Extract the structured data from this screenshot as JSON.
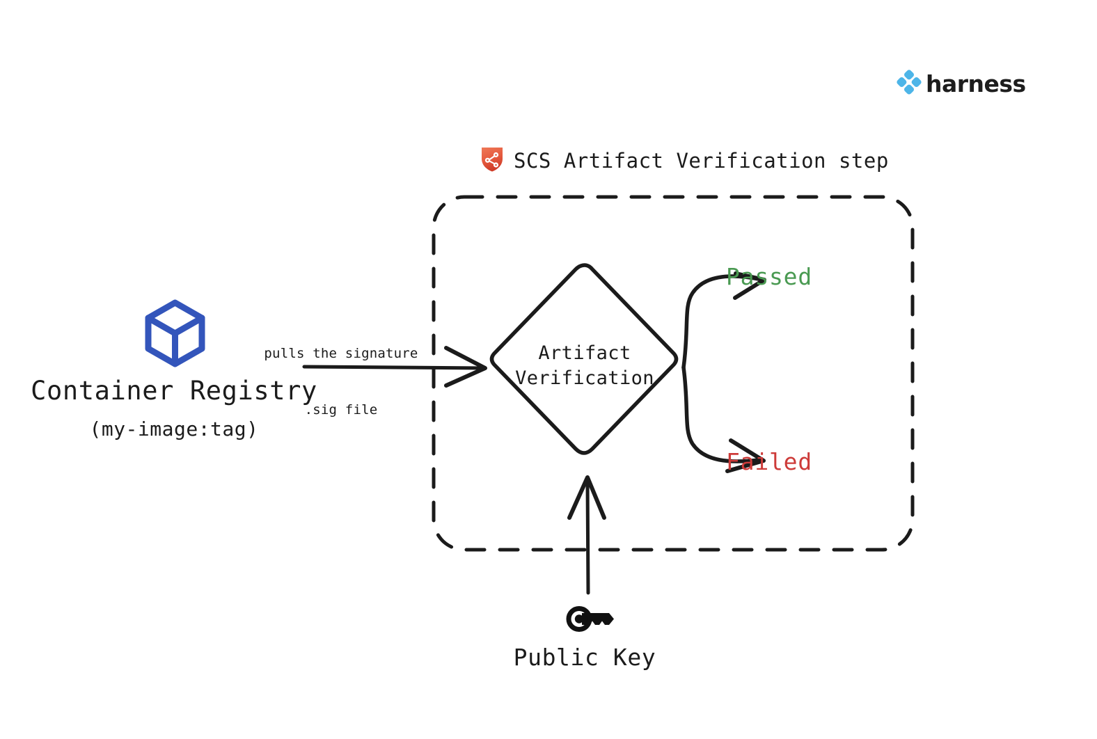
{
  "brand": {
    "name": "harness",
    "logo_icon": "harness-diamond-logo-icon",
    "logo_color": "#4db5e8",
    "wordmark_color": "#1d1d1d"
  },
  "step": {
    "icon": "scs-shield-icon",
    "icon_color": "#e05a3f",
    "title": "SCS Artifact Verification step",
    "border_style": "dashed-rounded"
  },
  "source": {
    "icon": "container-cube-icon",
    "icon_color": "#3355bb",
    "title": "Container Registry",
    "subtitle": "(my-image:tag)"
  },
  "edges": {
    "pull_label_line1": "pulls the signature",
    "pull_label_line2": ".sig file"
  },
  "decision": {
    "shape": "diamond",
    "label_line1": "Artifact",
    "label_line2": "Verification"
  },
  "outcomes": [
    {
      "label": "Passed",
      "color": "#4a9a52"
    },
    {
      "label": "Failed",
      "color": "#cd3b39"
    }
  ],
  "key_input": {
    "icon": "key-icon",
    "icon_color": "#111111",
    "label": "Public Key"
  },
  "colors": {
    "stroke": "#1b1b1b",
    "background": "#ffffff",
    "text": "#1b1b1b"
  }
}
